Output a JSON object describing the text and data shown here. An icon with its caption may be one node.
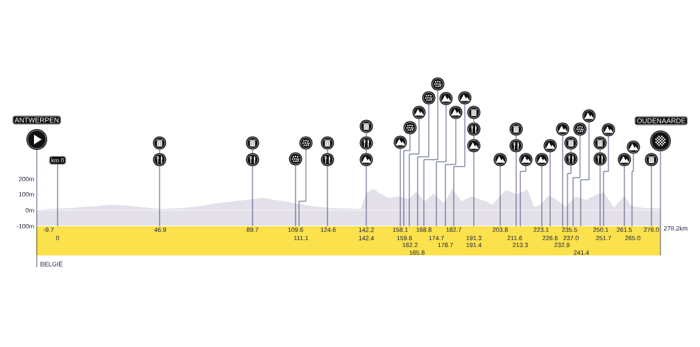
{
  "diagram": {
    "nodes": [
      {
        "text": [
          "ANTWERPEN"
        ]
      },
      {
        "text": [],
        "shape": "play"
      },
      {
        "text": [
          "km 0"
        ]
      },
      {
        "text": [],
        "shape": "bin"
      },
      {
        "text": [],
        "shape": "cutlery"
      },
      {
        "text": [],
        "shape": "bin"
      },
      {
        "text": [],
        "shape": "cutlery"
      },
      {
        "text": [],
        "shape": "cobbles"
      },
      {
        "text": [],
        "shape": "cobbles"
      },
      {
        "text": [],
        "shape": "bin"
      },
      {
        "text": [],
        "shape": "cutlery"
      },
      {
        "text": [],
        "shape": "bin"
      },
      {
        "text": [],
        "shape": "cutlery"
      },
      {
        "text": [],
        "shape": "mountain"
      },
      {
        "text": [],
        "shape": "mountain"
      },
      {
        "text": [],
        "shape": "cobbles"
      },
      {
        "text": [],
        "shape": "mountain"
      },
      {
        "text": [],
        "shape": "cobbles"
      },
      {
        "text": [],
        "shape": "cobbles"
      },
      {
        "text": [],
        "shape": "mountain"
      },
      {
        "text": [],
        "shape": "mountain"
      },
      {
        "text": [],
        "shape": "mountain"
      },
      {
        "text": [],
        "shape": "bin"
      },
      {
        "text": [],
        "shape": "cutlery"
      },
      {
        "text": [],
        "shape": "mountain"
      },
      {
        "text": [],
        "shape": "mountain"
      },
      {
        "text": [],
        "shape": "bin"
      },
      {
        "text": [],
        "shape": "cutlery"
      },
      {
        "text": [],
        "shape": "mountain"
      },
      {
        "text": [],
        "shape": "mountain"
      },
      {
        "text": [],
        "shape": "mountain"
      },
      {
        "text": [],
        "shape": "mountain"
      },
      {
        "text": [],
        "shape": "bin"
      },
      {
        "text": [],
        "shape": "cutlery"
      },
      {
        "text": [],
        "shape": "cobbles"
      },
      {
        "text": [],
        "shape": "mountain"
      },
      {
        "text": [],
        "shape": "bin"
      },
      {
        "text": [],
        "shape": "cutlery"
      },
      {
        "text": [],
        "shape": "mountain"
      },
      {
        "text": [],
        "shape": "mountain"
      },
      {
        "text": [],
        "shape": "mountain"
      },
      {
        "text": [],
        "shape": "bin"
      },
      {
        "text": [
          "OUDENAARDE"
        ]
      },
      {
        "text": [],
        "shape": "flag"
      },
      {
        "text": [],
        "shape": "bar"
      },
      {
        "text": [
          "BELGIË"
        ]
      }
    ],
    "edges": [
      {
        "from": 1,
        "to": 45,
        "arrow": "none"
      },
      {
        "from": 2,
        "to": 44,
        "arrow": "none"
      },
      {
        "from": 3,
        "to": 4,
        "arrow": "none"
      },
      {
        "from": 4,
        "to": 44,
        "arrow": "none"
      },
      {
        "from": 5,
        "to": 6,
        "arrow": "none"
      },
      {
        "from": 6,
        "to": 44,
        "arrow": "none"
      },
      {
        "from": 7,
        "to": 44,
        "arrow": "none"
      },
      {
        "from": 8,
        "to": 44,
        "arrow": "none"
      },
      {
        "from": 9,
        "to": 10,
        "arrow": "none"
      },
      {
        "from": 10,
        "to": 44,
        "arrow": "none"
      },
      {
        "from": 11,
        "to": 12,
        "arrow": "none"
      },
      {
        "from": 12,
        "to": 13,
        "arrow": "none"
      },
      {
        "from": 13,
        "to": 44,
        "arrow": "none"
      },
      {
        "from": 14,
        "to": 44,
        "arrow": "none"
      },
      {
        "from": 15,
        "to": 44,
        "arrow": "none"
      },
      {
        "from": 16,
        "to": 44,
        "arrow": "none"
      },
      {
        "from": 17,
        "to": 44,
        "arrow": "none"
      },
      {
        "from": 18,
        "to": 44,
        "arrow": "none"
      },
      {
        "from": 19,
        "to": 44,
        "arrow": "none"
      },
      {
        "from": 20,
        "to": 44,
        "arrow": "none"
      },
      {
        "from": 21,
        "to": 44,
        "arrow": "none"
      },
      {
        "from": 22,
        "to": 23,
        "arrow": "none"
      },
      {
        "from": 23,
        "to": 24,
        "arrow": "none"
      },
      {
        "from": 24,
        "to": 44,
        "arrow": "none"
      },
      {
        "from": 25,
        "to": 44,
        "arrow": "none"
      },
      {
        "from": 26,
        "to": 27,
        "arrow": "none"
      },
      {
        "from": 27,
        "to": 44,
        "arrow": "none"
      },
      {
        "from": 28,
        "to": 44,
        "arrow": "none"
      },
      {
        "from": 29,
        "to": 44,
        "arrow": "none"
      },
      {
        "from": 30,
        "to": 44,
        "arrow": "none"
      },
      {
        "from": 31,
        "to": 44,
        "arrow": "none"
      },
      {
        "from": 32,
        "to": 33,
        "arrow": "none"
      },
      {
        "from": 33,
        "to": 44,
        "arrow": "none"
      },
      {
        "from": 34,
        "to": 44,
        "arrow": "none"
      },
      {
        "from": 35,
        "to": 44,
        "arrow": "none"
      },
      {
        "from": 36,
        "to": 37,
        "arrow": "none"
      },
      {
        "from": 37,
        "to": 44,
        "arrow": "none"
      },
      {
        "from": 38,
        "to": 44,
        "arrow": "none"
      },
      {
        "from": 39,
        "to": 44,
        "arrow": "none"
      },
      {
        "from": 40,
        "to": 44,
        "arrow": "none"
      },
      {
        "from": 41,
        "to": 44,
        "arrow": "none"
      },
      {
        "from": 43,
        "to": 44,
        "arrow": "none"
      }
    ],
    "labels": [
      "200m",
      "100m",
      "0m",
      "-100m",
      "-9.7",
      "0",
      "46.9",
      "89.7",
      "109.6",
      "111.1",
      "124.6",
      "142.2",
      "142.4",
      "158.1",
      "159.6",
      "162.2",
      "165.8",
      "168.8",
      "174.7",
      "178.7",
      "182.7",
      "191.3",
      "191.4",
      "203.8",
      "211.6",
      "213.3",
      "223.1",
      "226.6",
      "232.9",
      "235.5",
      "237.0",
      "241.4",
      "250.1",
      "251.7",
      "261.5",
      "265.0",
      "276.0",
      "278.2km"
    ]
  }
}
